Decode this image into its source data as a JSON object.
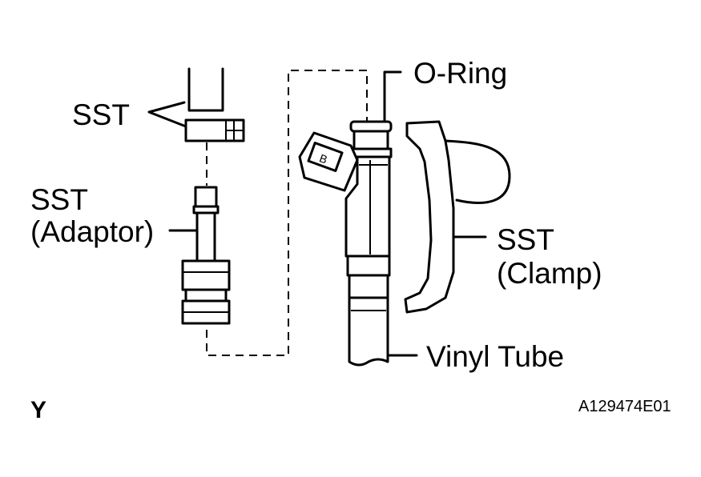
{
  "labels": {
    "o_ring": "O-Ring",
    "sst_top": "SST",
    "sst_adaptor_line1": "SST",
    "sst_adaptor_line2": "(Adaptor)",
    "sst_clamp_line1": "SST",
    "sst_clamp_line2": "(Clamp)",
    "vinyl_tube": "Vinyl Tube",
    "view_letter": "Y",
    "figure_code": "A129474E01",
    "connector_mark": "B"
  },
  "colors": {
    "line": "#000000",
    "background": "#ffffff"
  }
}
